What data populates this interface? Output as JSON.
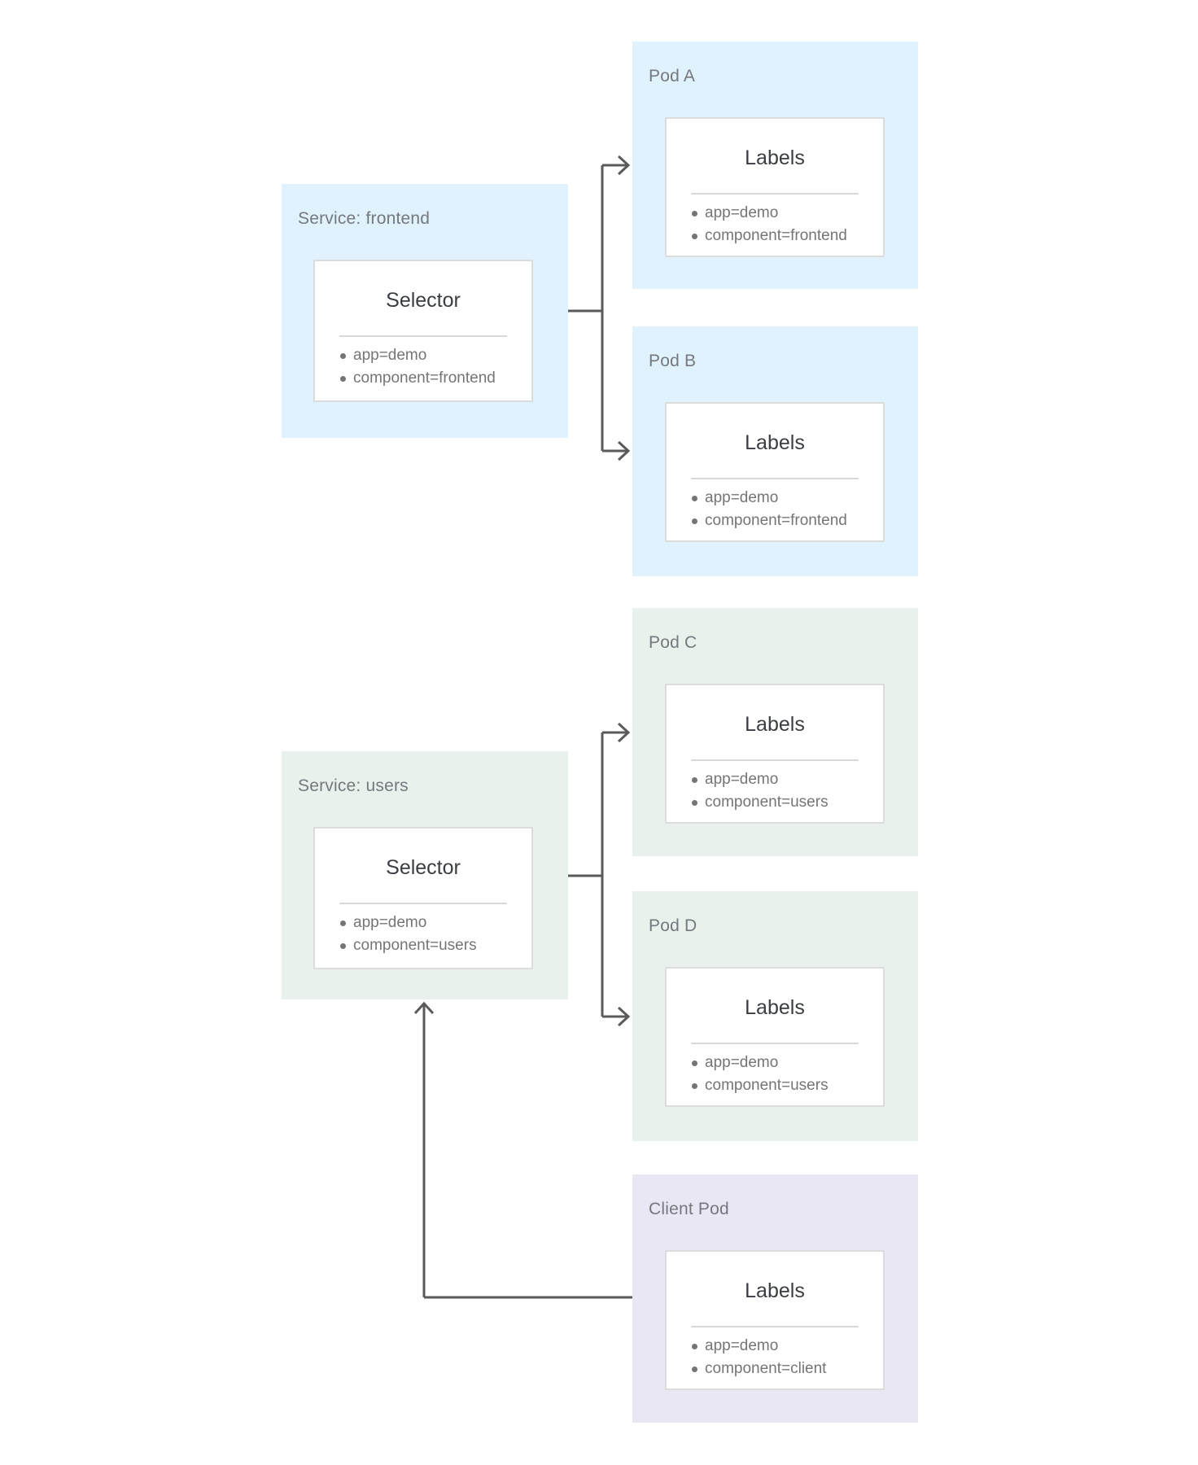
{
  "boxes": [
    {
      "label": "Service: frontend",
      "title": "Selector",
      "items": [
        "app=demo",
        "component=frontend"
      ],
      "color": "#dff2fd"
    },
    {
      "label": "Pod A",
      "title": "Labels",
      "items": [
        "app=demo",
        "component=frontend"
      ],
      "color": "#dff2fd"
    },
    {
      "label": "Pod B",
      "title": "Labels",
      "items": [
        "app=demo",
        "component=frontend"
      ],
      "color": "#dff2fd"
    },
    {
      "label": "Service: users",
      "title": "Selector",
      "items": [
        "app=demo",
        "component=users"
      ],
      "color": "#e8f1ec"
    },
    {
      "label": "Pod C",
      "title": "Labels",
      "items": [
        "app=demo",
        "component=users"
      ],
      "color": "#e8f1ec"
    },
    {
      "label": "Pod D",
      "title": "Labels",
      "items": [
        "app=demo",
        "component=users"
      ],
      "color": "#e8f1ec"
    },
    {
      "label": "Client Pod",
      "title": "Labels",
      "items": [
        "app=demo",
        "component=client"
      ],
      "color": "#eae7f4"
    }
  ],
  "edges": [
    {
      "from": "Service: frontend",
      "to": "Pod A"
    },
    {
      "from": "Service: frontend",
      "to": "Pod B"
    },
    {
      "from": "Service: users",
      "to": "Pod C"
    },
    {
      "from": "Service: users",
      "to": "Pod D"
    },
    {
      "from": "Client Pod",
      "to": "Service: users"
    }
  ],
  "colors": {
    "service_frontend_bg": "#dff2fd",
    "service_users_bg": "#e8f1ec",
    "client_pod_bg": "#eae7f4",
    "card_bg": "#ffffff",
    "card_border": "#dcdcdc",
    "divider": "#d9d9d9",
    "connector": "#5a5a5a",
    "box_label_text": "#75787d",
    "card_title_text": "#3a3e42",
    "item_text": "#757575"
  }
}
